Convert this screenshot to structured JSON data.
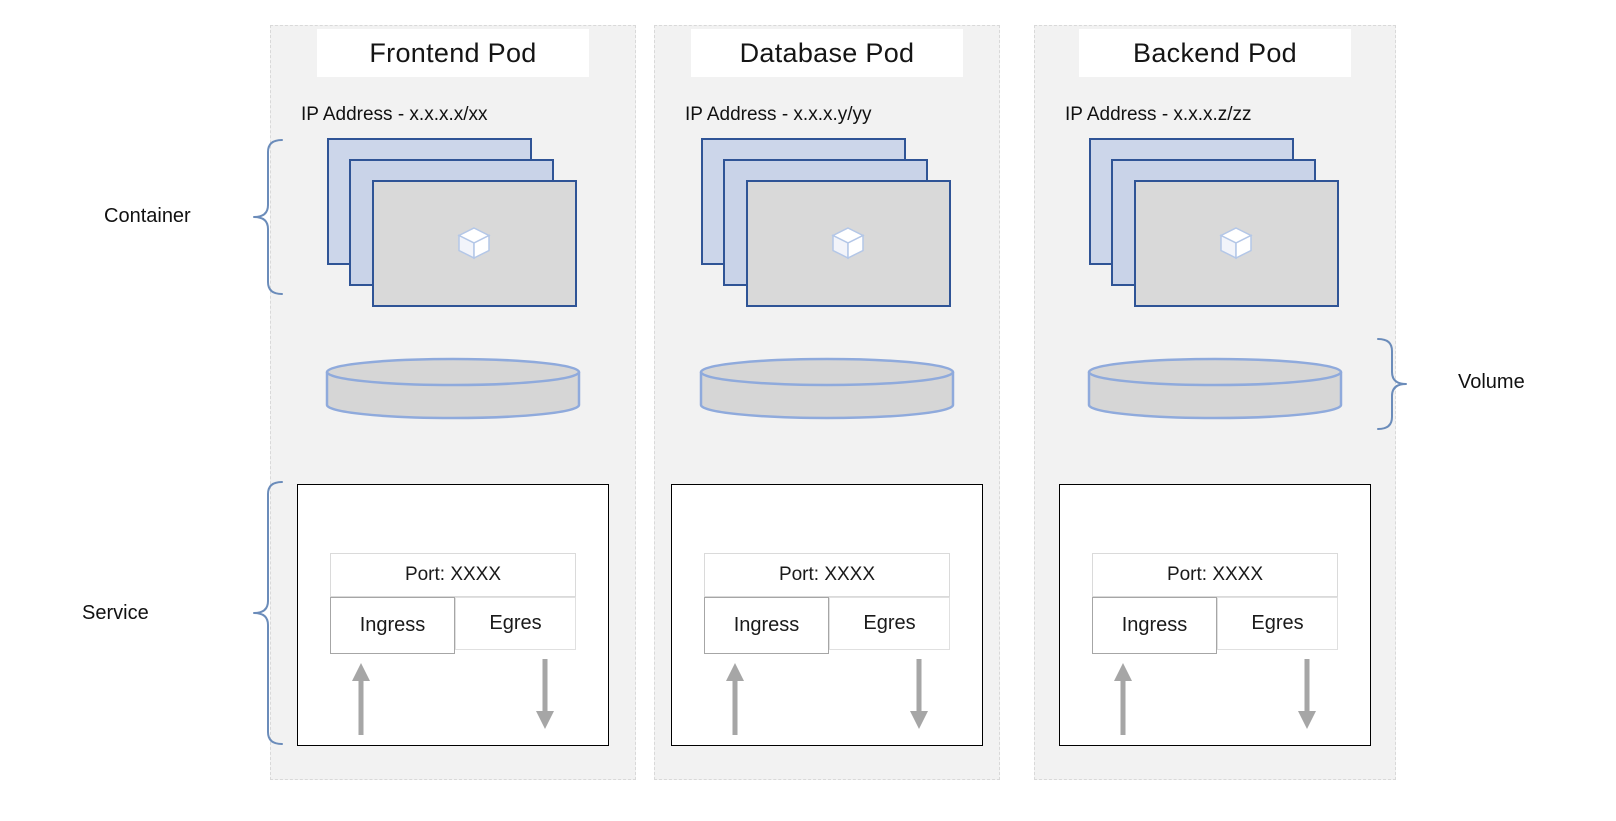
{
  "side_labels": {
    "container": "Container",
    "service": "Service",
    "volume": "Volume"
  },
  "pods": [
    {
      "title": "Frontend Pod",
      "ip": "IP Address - x.x.x.x/xx",
      "port": "Port: XXXX",
      "ingress": "Ingress",
      "egress": "Egres"
    },
    {
      "title": "Database Pod",
      "ip": "IP Address - x.x.x.y/yy",
      "port": "Port: XXXX",
      "ingress": "Ingress",
      "egress": "Egres"
    },
    {
      "title": "Backend Pod",
      "ip": "IP Address - x.x.x.z/zz",
      "port": "Port: XXXX",
      "ingress": "Ingress",
      "egress": "Egres"
    }
  ],
  "colors": {
    "panel_bg": "#f2f2f2",
    "panel_border": "#d9d9d9",
    "container_back_fill": "#ccd6ea",
    "container_front_fill": "#d9d9d9",
    "container_border": "#2f5496",
    "volume_fill": "#d6d6d6",
    "volume_stroke": "#8faadc",
    "brace_stroke": "#6b8cba",
    "arrow_color": "#a6a6a6"
  }
}
